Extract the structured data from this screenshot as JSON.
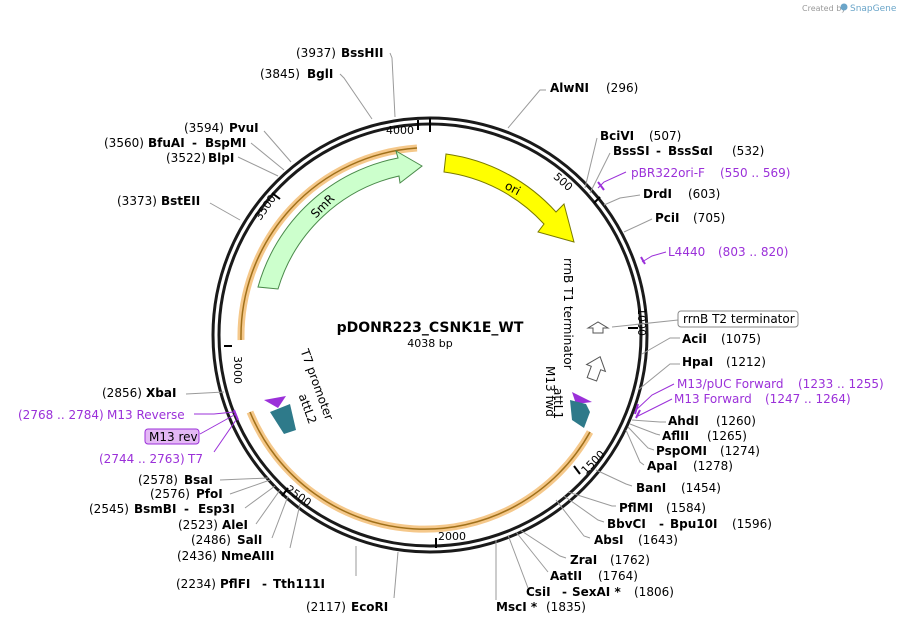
{
  "credit": {
    "prefix": "Created by",
    "brand": "SnapGene"
  },
  "plasmid": {
    "name": "pDONR223_CSNK1E_WT",
    "length": "4038 bp"
  },
  "colors": {
    "backbone": "#1a1a1a",
    "ori": "#ffff00",
    "smr": "#ccffcc",
    "att": "#2e7a8a",
    "orange_shade": "#f5c88a",
    "primer": "#9b30d9"
  },
  "ticks": [
    "4000",
    "500",
    "1000",
    "1500",
    "2000",
    "2500",
    "3000",
    "3500"
  ],
  "features": {
    "ori": "ori",
    "smr": "SmR",
    "rrnb_t1": "rrnB T1 terminator",
    "rrnb_t2": "rrnB T2 terminator",
    "m13_fwd": "M13 fwd",
    "attl1": "attL1",
    "t7_promoter": "T7 promoter",
    "attl2": "attL2"
  },
  "enzymes": {
    "bsshii": {
      "name": "BssHII",
      "pos": "(3937)"
    },
    "bgli": {
      "name": "BglI",
      "pos": "(3845)"
    },
    "pvui": {
      "name": "PvuI",
      "pos": "(3594)"
    },
    "bfuai": {
      "name": "BfuAI",
      "sep": "-",
      "name2": "BspMI",
      "pos": "(3560)"
    },
    "blpi": {
      "name": "BlpI",
      "pos": "(3522)"
    },
    "bsteii": {
      "name": "BstEII",
      "pos": "(3373)"
    },
    "alwni": {
      "name": "AlwNI",
      "pos": "(296)"
    },
    "bcivi": {
      "name": "BciVI",
      "pos": "(507)"
    },
    "bsssi": {
      "name": "BssSI",
      "sep": "-",
      "name2": "BssSαI",
      "pos": "(532)"
    },
    "drdi": {
      "name": "DrdI",
      "pos": "(603)"
    },
    "pcii": {
      "name": "PciI",
      "pos": "(705)"
    },
    "acii": {
      "name": "AciI",
      "pos": "(1075)"
    },
    "hpai": {
      "name": "HpaI",
      "pos": "(1212)"
    },
    "ahdi": {
      "name": "AhdI",
      "pos": "(1260)"
    },
    "aflii": {
      "name": "AflII",
      "pos": "(1265)"
    },
    "pspomi": {
      "name": "PspOMI",
      "pos": "(1274)"
    },
    "apai": {
      "name": "ApaI",
      "pos": "(1278)"
    },
    "bani": {
      "name": "BanI",
      "pos": "(1454)"
    },
    "pflmi": {
      "name": "PflMI",
      "pos": "(1584)"
    },
    "bbvci": {
      "name": "BbvCI",
      "sep": "-",
      "name2": "Bpu10I",
      "pos": "(1596)"
    },
    "absi": {
      "name": "AbsI",
      "pos": "(1643)"
    },
    "zrai": {
      "name": "ZraI",
      "pos": "(1762)"
    },
    "aatii": {
      "name": "AatII",
      "pos": "(1764)"
    },
    "csii": {
      "name": "CsiI",
      "sep": "-",
      "name2": "SexAI *",
      "pos": "(1806)"
    },
    "msci": {
      "name": "MscI *",
      "pos": "(1835)"
    },
    "ecori": {
      "name": "EcoRI",
      "pos": "(2117)"
    },
    "pflfi": {
      "name": "PflFI",
      "sep": "-",
      "name2": "Tth111I",
      "pos": "(2234)"
    },
    "nmeaiii": {
      "name": "NmeAIII",
      "pos": "(2436)"
    },
    "sali": {
      "name": "SalI",
      "pos": "(2486)"
    },
    "alei": {
      "name": "AleI",
      "pos": "(2523)"
    },
    "bsmbi": {
      "name": "BsmBI",
      "sep": "-",
      "name2": "Esp3I",
      "pos": "(2545)"
    },
    "pfoi": {
      "name": "PfoI",
      "pos": "(2576)"
    },
    "bsai": {
      "name": "BsaI",
      "pos": "(2578)"
    },
    "xbai": {
      "name": "XbaI",
      "pos": "(2856)"
    }
  },
  "primers": {
    "pbr322": {
      "name": "pBR322ori-F",
      "range": "(550 .. 569)"
    },
    "l4440": {
      "name": "L4440",
      "range": "(803 .. 820)"
    },
    "m13puc": {
      "name": "M13/pUC Forward",
      "range": "(1233 .. 1255)"
    },
    "m13fwd": {
      "name": "M13 Forward",
      "range": "(1247 .. 1264)"
    },
    "m13rev_full": {
      "name": "M13 Reverse",
      "range": "(2768 .. 2784)"
    },
    "m13rev_box": {
      "name": "M13 rev"
    },
    "t7": {
      "name": "T7",
      "range": "(2744 .. 2763)"
    }
  }
}
